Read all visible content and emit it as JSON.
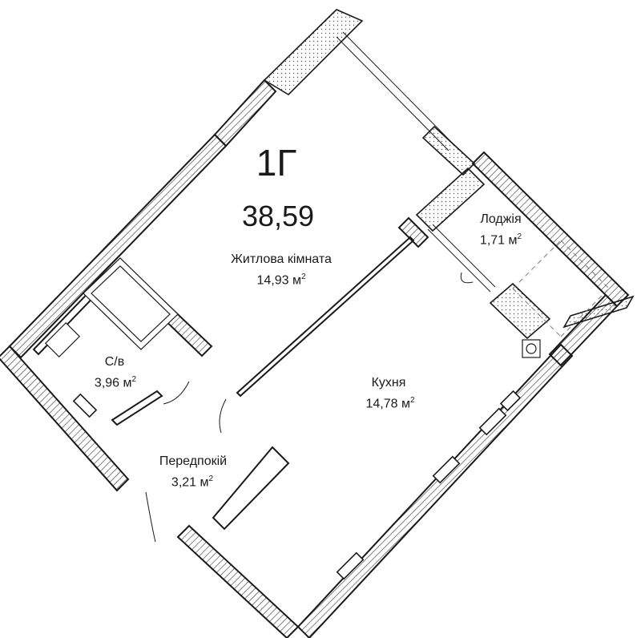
{
  "unit": {
    "code": "1Г",
    "total_area": "38,59"
  },
  "rooms": {
    "living": {
      "name": "Житлова кімната",
      "area": "14,93",
      "unit": "м",
      "sup": "2"
    },
    "loggia": {
      "name": "Лоджія",
      "area": "1,71",
      "unit": "м",
      "sup": "2"
    },
    "bathroom": {
      "name": "С/в",
      "area": "3,96",
      "unit": "м",
      "sup": "2"
    },
    "kitchen": {
      "name": "Кухня",
      "area": "14,78",
      "unit": "м",
      "sup": "2"
    },
    "hallway": {
      "name": "Передпокій",
      "area": "3,21",
      "unit": "м",
      "sup": "2"
    }
  },
  "colors": {
    "wall": "#1a1a1a",
    "hatch": "#333333",
    "background": "#ffffff"
  }
}
